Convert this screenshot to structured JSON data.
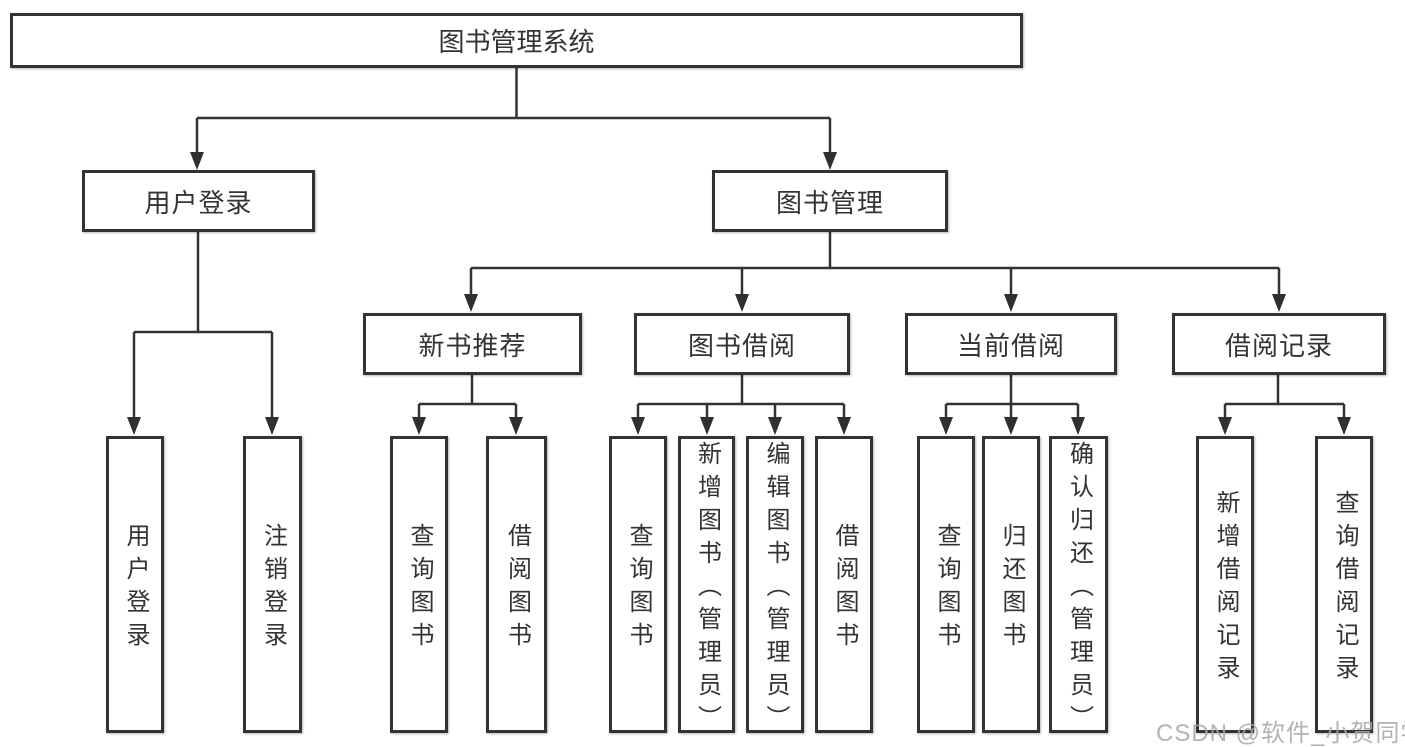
{
  "tree": {
    "root": {
      "label": "图书管理系统"
    },
    "children": [
      {
        "label": "用户登录",
        "children": [
          {
            "label": "用户登录"
          },
          {
            "label": "注销登录"
          }
        ]
      },
      {
        "label": "图书管理",
        "children": [
          {
            "label": "新书推荐",
            "children": [
              {
                "label": "查询图书"
              },
              {
                "label": "借阅图书"
              }
            ]
          },
          {
            "label": "图书借阅",
            "children": [
              {
                "label": "查询图书"
              },
              {
                "label": "新增图书（管理员）"
              },
              {
                "label": "编辑图书（管理员）"
              },
              {
                "label": "借阅图书"
              }
            ]
          },
          {
            "label": "当前借阅",
            "children": [
              {
                "label": "查询图书"
              },
              {
                "label": "归还图书"
              },
              {
                "label": "确认归还（管理员）"
              }
            ]
          },
          {
            "label": "借阅记录",
            "children": [
              {
                "label": "新增借阅记录"
              },
              {
                "label": "查询借阅记录"
              }
            ]
          }
        ]
      }
    ]
  },
  "watermark": {
    "text": "CSDN @软件_小贺同学"
  },
  "colors": {
    "line": "#333333",
    "arrow": "#2f2f2f",
    "text": "#333333",
    "watermark": "#a8a8a8",
    "background": "#ffffff"
  }
}
